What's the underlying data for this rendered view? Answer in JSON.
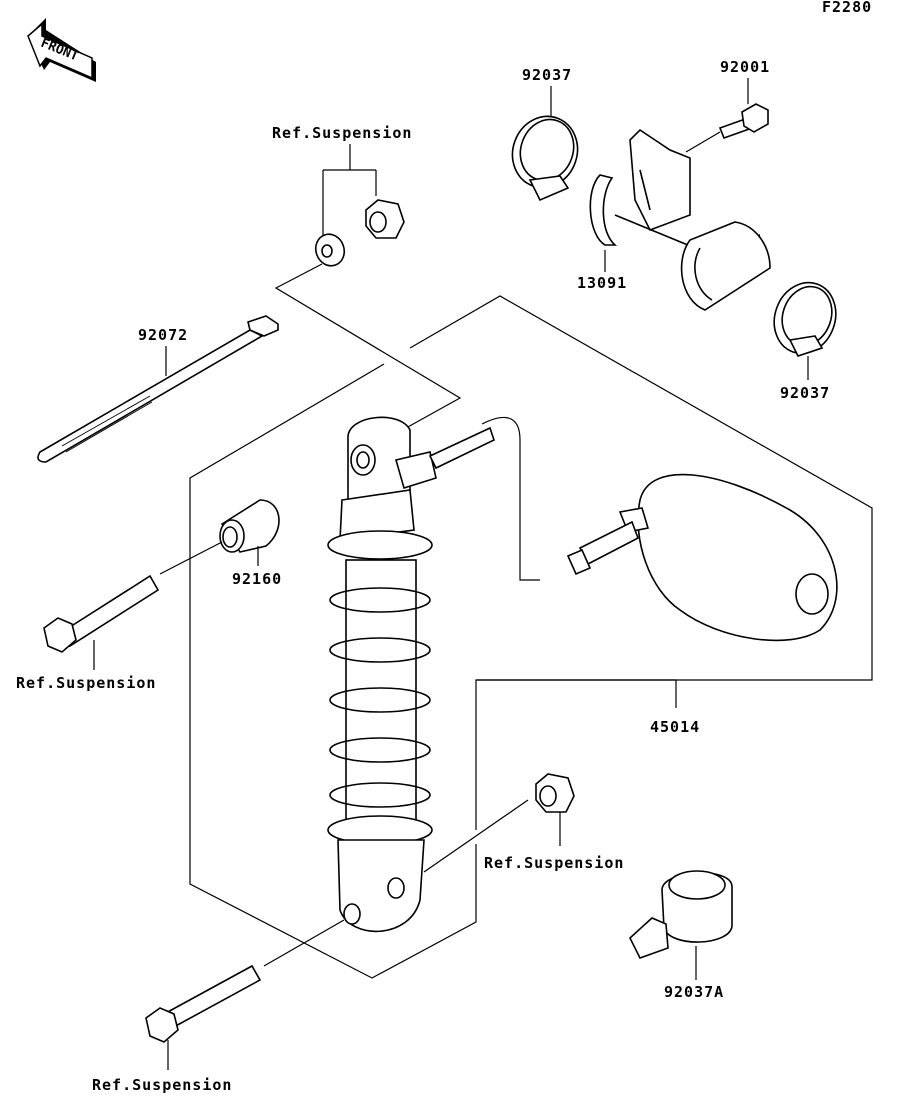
{
  "diagram": {
    "figure_code": "F2280",
    "front_indicator": "FRONT",
    "labels": {
      "clamp_top": "92037",
      "bolt_bracket": "92001",
      "bracket": "13091",
      "clamp_bottom": "92037",
      "cable_tie": "92072",
      "collar": "92160",
      "shock_absorber": "45014",
      "clip": "92037A",
      "ref_top": "Ref.Suspension",
      "ref_left_bolt": "Ref.Suspension",
      "ref_nut": "Ref.Suspension",
      "ref_bottom_bolt": "Ref.Suspension"
    }
  }
}
